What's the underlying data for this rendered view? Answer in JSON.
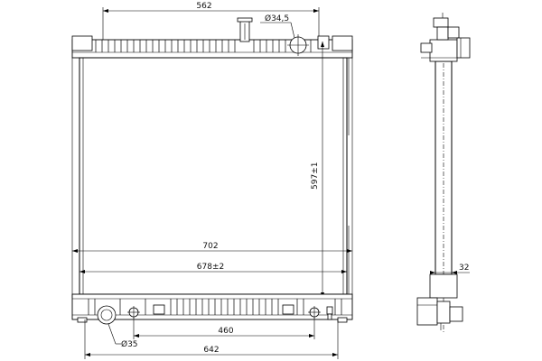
{
  "dimensions": {
    "top_width": "562",
    "cap_diameter": "Ø34,5",
    "height": "597±1",
    "overall_width": "702",
    "core_width": "678±2",
    "lower_spacing": "460",
    "drain_diameter": "Ø35",
    "bottom_width": "642",
    "side_depth": "32"
  }
}
